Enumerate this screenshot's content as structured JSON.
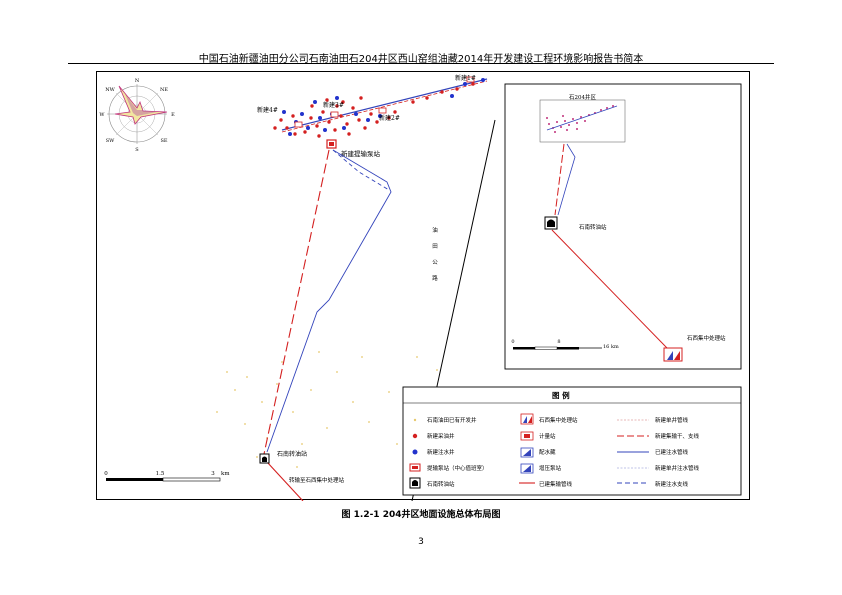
{
  "header": "中国石油新疆油田分公司石南油田石204井区西山窑组油藏2014年开发建设工程环境影响报告书简本",
  "caption": "图 1.2-1   204井区地面设施总体布局图",
  "page_number": "3",
  "compass": {
    "n": "N",
    "ne": "NE",
    "e": "E",
    "se": "SE",
    "s": "S",
    "sw": "SW",
    "w": "W",
    "nw": "NW"
  },
  "map": {
    "labels": {
      "well_1": "新建1#",
      "well_2": "新建2#",
      "well_3": "新建3#",
      "well_4": "新建4#",
      "pump_station": "新建提输泵站",
      "transfer_station": "石南转油站",
      "pipeline_to": "转输至石西集中处理站",
      "road_1": "油",
      "road_2": "田",
      "road_3": "公",
      "road_4": "路"
    },
    "scale": {
      "t0": "0",
      "t1": "1.5",
      "t2": "3",
      "unit": "km"
    }
  },
  "inset": {
    "area_label": "石204井区",
    "transfer_station": "石南转油站",
    "central_station": "石西集中处理站",
    "scale": {
      "t0": "0",
      "t1": "8",
      "t2": "16 km"
    }
  },
  "legend": {
    "title": "图  例",
    "items": [
      "石南油田已有开发井",
      "新建采油井",
      "新建注水井",
      "提输泵站（中心值班室）",
      "石南转油站",
      "石西集中处理站",
      "计量站",
      "配水藏",
      "增压泵站",
      "已建集输管线",
      "新建单井管线",
      "新建集输干、支线",
      "已建注水管线",
      "新建单井注水管线",
      "新建注水支线"
    ]
  },
  "colors": {
    "red": "#d42020",
    "blue": "#3344bb",
    "well_blue": "#2233cc",
    "yellow": "#e7c96e"
  }
}
